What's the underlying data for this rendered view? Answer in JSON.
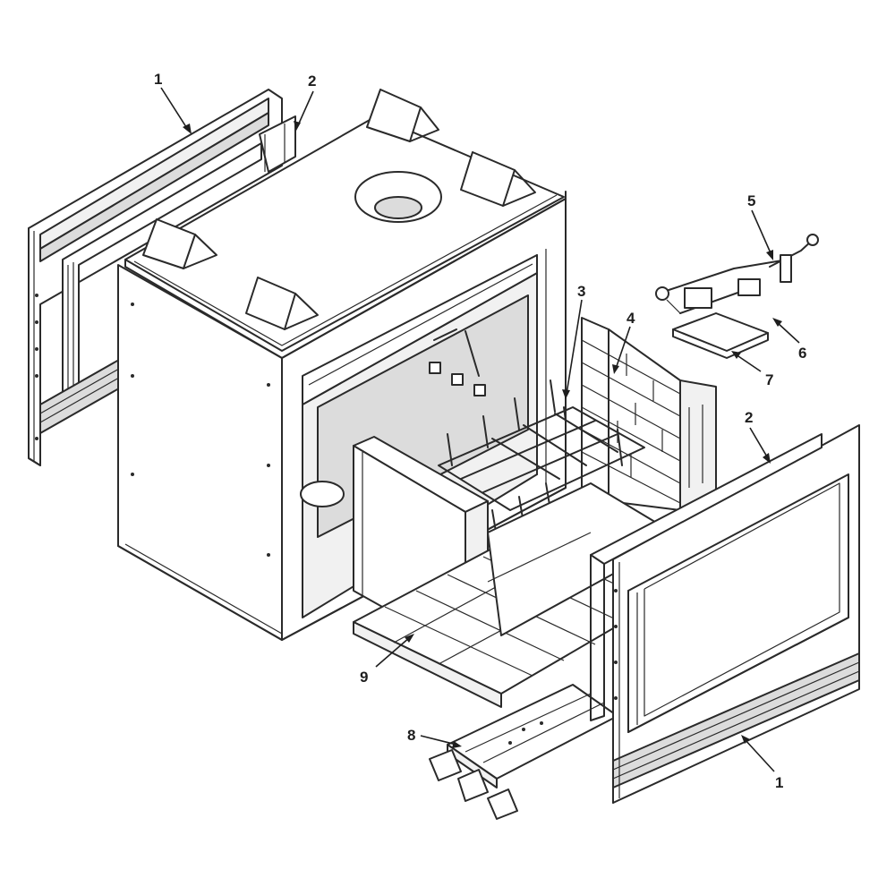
{
  "callouts": [
    {
      "id": "1-left",
      "label": "1"
    },
    {
      "id": "2-left",
      "label": "2"
    },
    {
      "id": "3",
      "label": "3"
    },
    {
      "id": "4",
      "label": "4"
    },
    {
      "id": "5",
      "label": "5"
    },
    {
      "id": "6",
      "label": "6"
    },
    {
      "id": "7",
      "label": "7"
    },
    {
      "id": "2-right",
      "label": "2"
    },
    {
      "id": "9",
      "label": "9"
    },
    {
      "id": "8",
      "label": "8"
    },
    {
      "id": "1-right",
      "label": "1"
    }
  ]
}
